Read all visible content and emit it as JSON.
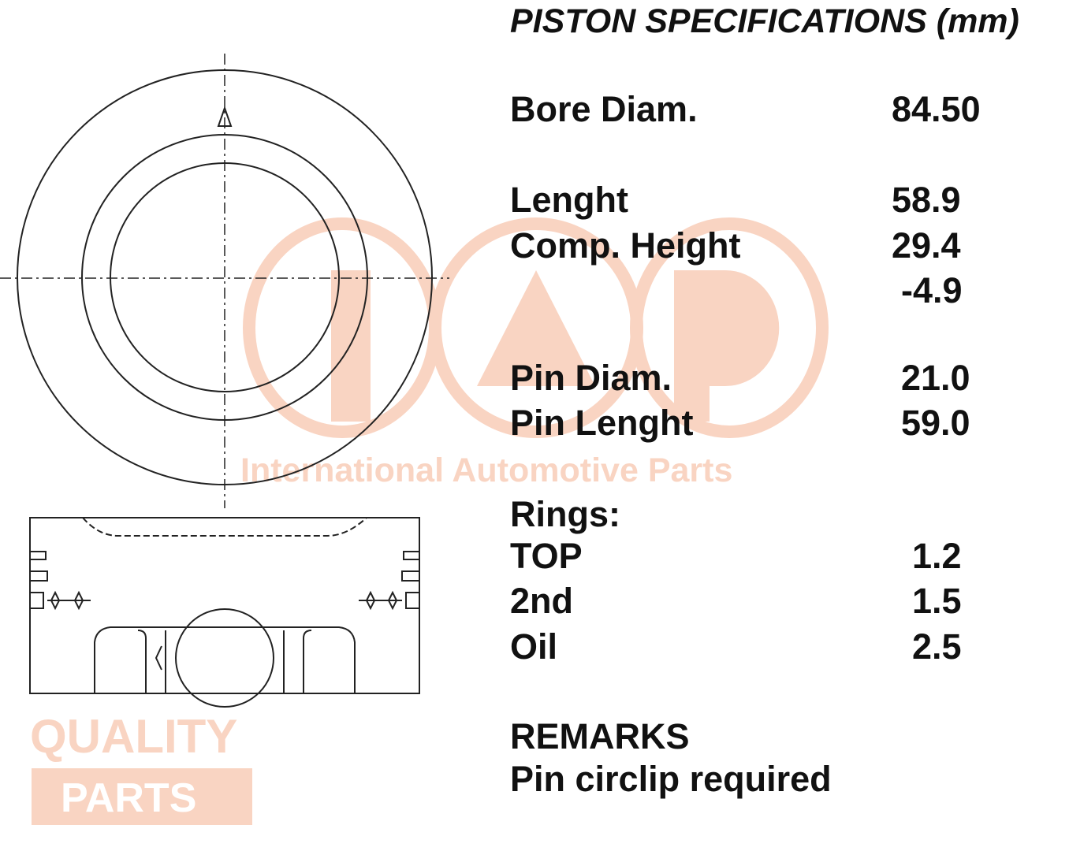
{
  "title": "PISTON SPECIFICATIONS (mm)",
  "specs": {
    "bore_label": "Bore Diam.",
    "bore_value": "84.50",
    "length_label": "Lenght",
    "length_value": "58.9",
    "comp_label": "Comp. Height",
    "comp_value": "29.4",
    "comp_extra_value": "-4.9",
    "pin_diam_label": "Pin Diam.",
    "pin_diam_value": "21.0",
    "pin_length_label": "Pin Lenght",
    "pin_length_value": "59.0"
  },
  "rings": {
    "heading": "Rings:",
    "items": [
      {
        "label": "TOP",
        "value": "1.2"
      },
      {
        "label": "2nd",
        "value": "1.5"
      },
      {
        "label": "Oil",
        "value": "2.5"
      }
    ]
  },
  "remarks": {
    "heading": "REMARKS",
    "text": "Pin circlip required"
  },
  "watermark": {
    "logo": "IAP",
    "tagline": "International Automotive Parts",
    "quality": "QUALITY",
    "parts": "PARTS",
    "color": "#f9d4c2"
  },
  "colors": {
    "drawing": "#222222",
    "text": "#111111"
  }
}
